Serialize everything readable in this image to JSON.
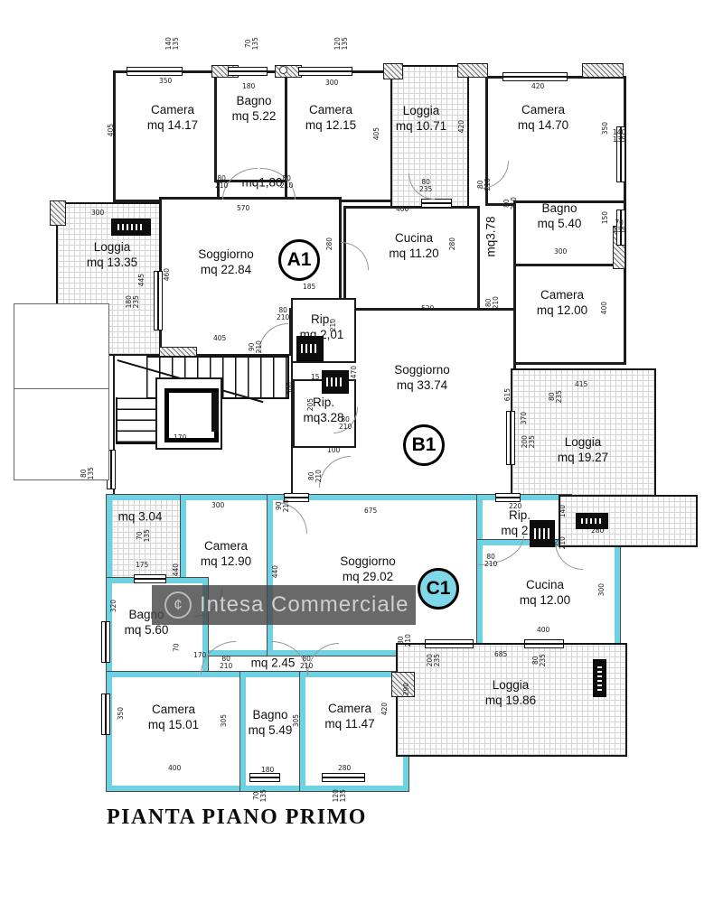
{
  "title": "PIANTA PIANO PRIMO",
  "watermark": {
    "brand": "Intesa Commerciale",
    "logo_glyph": "¢"
  },
  "colors": {
    "c1_wall": "#6fd2e2",
    "wall": "#1b1b1b",
    "watermark_bg": "#484848"
  },
  "units": [
    {
      "id": "A1"
    },
    {
      "id": "B1"
    },
    {
      "id": "C1"
    }
  ],
  "rooms": [
    {
      "name": "Camera",
      "area": "mq 14.17"
    },
    {
      "name": "Bagno",
      "area": "mq 5.22"
    },
    {
      "name": "Camera",
      "area": "mq 12.15"
    },
    {
      "name": "Loggia",
      "area": "mq 10.71"
    },
    {
      "name": "Camera",
      "area": "mq 14.70"
    },
    {
      "name": "Bagno",
      "area": "mq 5.40"
    },
    {
      "name": "Camera",
      "area": "mq 12.00"
    },
    {
      "name": "Loggia",
      "area": "mq 13.35"
    },
    {
      "name": "Soggiorno",
      "area": "mq 22.84"
    },
    {
      "name": "",
      "area": "mq1,80"
    },
    {
      "name": "Cucina",
      "area": "mq 11.20"
    },
    {
      "name": "Rip.",
      "area": "mq 2,01"
    },
    {
      "name": "",
      "area": "mq3.78"
    },
    {
      "name": "Soggiorno",
      "area": "mq 33.74"
    },
    {
      "name": "Rip.",
      "area": "mq3.28"
    },
    {
      "name": "Loggia",
      "area": "mq 19.27"
    },
    {
      "name": "",
      "area": "mq 3.04"
    },
    {
      "name": "Camera",
      "area": "mq 12.90"
    },
    {
      "name": "Soggiorno",
      "area": "mq 29.02"
    },
    {
      "name": "Rip.",
      "area": "mq 2.3"
    },
    {
      "name": "Cucina",
      "area": "mq 12.00"
    },
    {
      "name": "Bagno",
      "area": "mq 5.60"
    },
    {
      "name": "",
      "area": "mq 2.45"
    },
    {
      "name": "Camera",
      "area": "mq 15.01"
    },
    {
      "name": "Bagno",
      "area": "mq 5.49"
    },
    {
      "name": "Camera",
      "area": "mq 11.47"
    },
    {
      "name": "Loggia",
      "area": "mq 19.86"
    }
  ],
  "dims": [
    "140\n135",
    "70\n135",
    "120\n135",
    "350",
    "180",
    "300",
    "420",
    "405",
    "405",
    "300",
    "445",
    "460",
    "180\n235",
    "405",
    "570",
    "80\n210",
    "80\n210",
    "80\n235",
    "420",
    "400",
    "280",
    "280",
    "520",
    "185",
    "80\n210",
    "210",
    "90\n210",
    "470",
    "205",
    "100",
    "80\n210",
    "80\n210",
    "615",
    "370",
    "200\n235",
    "415",
    "80\n235",
    "350",
    "140\n135",
    "150",
    "70\n135",
    "300",
    "400",
    "170",
    "80\n135",
    "70\n135",
    "175",
    "300",
    "440",
    "440",
    "320",
    "675",
    "90\n210",
    "220",
    "80\n210",
    "140",
    "280",
    "300",
    "400",
    "80\n235",
    "685",
    "170",
    "80\n210",
    "80\n210",
    "70",
    "350",
    "305",
    "305",
    "420",
    "290",
    "400",
    "180",
    "280",
    "70\n135",
    "120\n135",
    "200\n235",
    "80\n210",
    "80\n210",
    "80\n210",
    "80\n210",
    "15",
    "300",
    "80\n210"
  ]
}
